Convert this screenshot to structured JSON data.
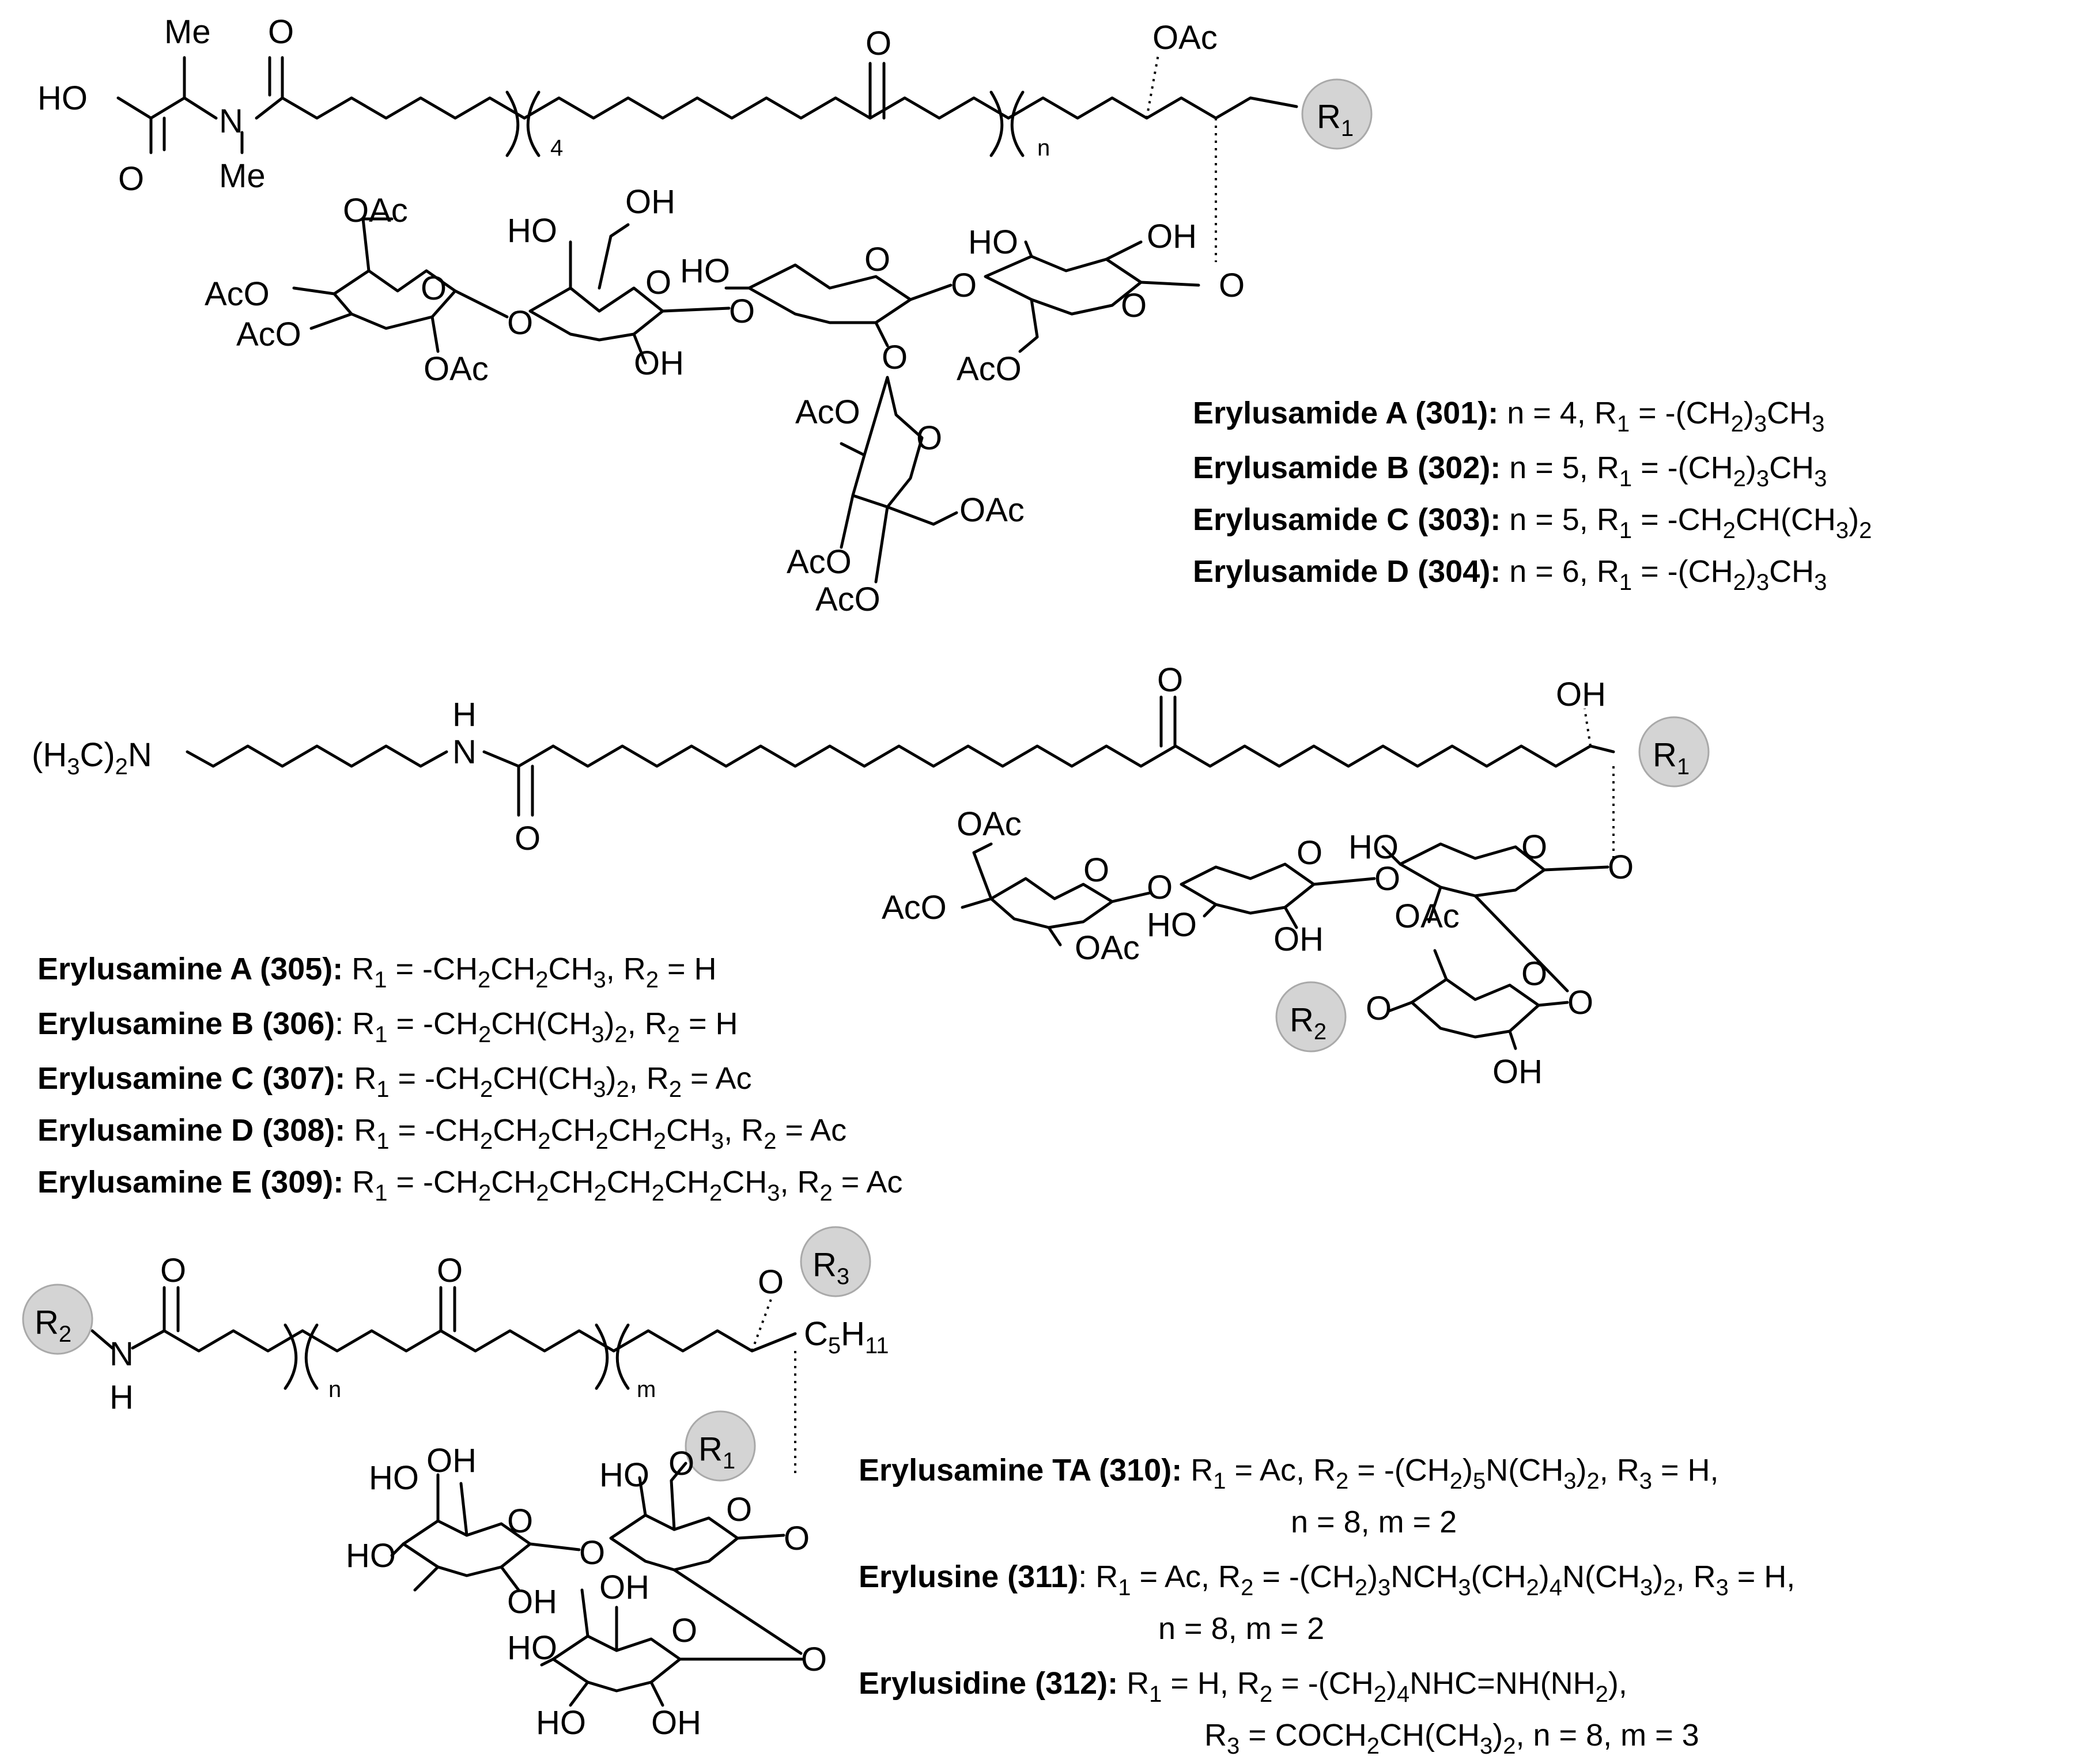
{
  "structure_1": {
    "labels": {
      "me_top": "Me",
      "ho_acid": "HO",
      "o_acid": "O",
      "n_amide": "N",
      "me_n": "Me",
      "o_carbonyl_left": "O",
      "loop_count_left": "4",
      "o_ketone": "O",
      "loop_count_right": "n",
      "oac_top": "OAc",
      "r1": "R",
      "r1_sub": "1",
      "oac_s1_6": "OAc",
      "aco_s1_4": "AcO",
      "aco_s1_3": "AcO",
      "oac_s1_2": "OAc",
      "o_ring_s1": "O",
      "o_link_12": "O",
      "ho_s2_4": "HO",
      "oh_s2_6": "OH",
      "o_ring_s2": "O",
      "oh_s2_2": "OH",
      "o_link_23": "O",
      "ho_s3_3": "HO",
      "o_ring_s3": "O",
      "o_link_34": "O",
      "o_link_35": "O",
      "ho_s4_4": "HO",
      "oh_s4_2": "OH",
      "o_ring_s4": "O",
      "aco_s4_6": "AcO",
      "o_aglycone": "O",
      "aco_s5_2": "AcO",
      "o_ring_s5": "O",
      "oac_s5_6": "OAc",
      "aco_s5_4": "AcO",
      "aco_s5_3": "AcO"
    },
    "legend": [
      {
        "name": "Erylusamide A (301):",
        "text": " n = 4, R",
        "sub1": "1",
        "text2": " = -(CH",
        "sub2": "2",
        "text3": ")",
        "sub3": "3",
        "text4": "CH",
        "sub4": "3",
        "text5": ""
      },
      {
        "name": "Erylusamide B (302):",
        "text": " n = 5, R",
        "sub1": "1",
        "text2": " = -(CH",
        "sub2": "2",
        "text3": ")",
        "sub3": "3",
        "text4": "CH",
        "sub4": "3",
        "text5": ""
      },
      {
        "name": "Erylusamide C (303):",
        "text": " n = 5, R",
        "sub1": "1",
        "text2": " = -CH",
        "sub2": "2",
        "text3": "CH(CH",
        "sub3": "3",
        "text4": ")",
        "sub4": "2",
        "text5": ""
      },
      {
        "name": "Erylusamide D (304):",
        "text": " n = 6, R",
        "sub1": "1",
        "text2": " = -(CH",
        "sub2": "2",
        "text3": ")",
        "sub3": "3",
        "text4": "CH",
        "sub4": "3",
        "text5": ""
      }
    ]
  },
  "structure_2": {
    "labels": {
      "nme2_a": "(H",
      "nme2_sub3": "3",
      "nme2_b": "C)",
      "nme2_sub2": "2",
      "nme2_c": "N",
      "h_amide": "H",
      "n_amide": "N",
      "o_amide": "O",
      "o_ketone": "O",
      "oh_top": "OH",
      "r1": "R",
      "r1_sub": "1",
      "oac_s1_6": "OAc",
      "aco_s1_4": "AcO",
      "oac_s1_2": "OAc",
      "o_ring_s1": "O",
      "o_link_12": "O",
      "ho_s2_3": "HO",
      "oh_s2_2": "OH",
      "o_ring_s2": "O",
      "o_link_23": "O",
      "ho_s3_3": "HO",
      "o_ring_s3": "O",
      "o_aglycone": "O",
      "oac_s4_6": "OAc",
      "o_ring_s4": "O",
      "oh_s4_2": "OH",
      "o_link_34": "O",
      "o_r2": "O",
      "r2": "R",
      "r2_sub": "2"
    },
    "legend": [
      {
        "name": "Erylusamine A (305):",
        "parts": [
          " R",
          "1",
          " = -CH",
          "2",
          "CH",
          "2",
          "CH",
          "3",
          ", R",
          "2",
          " = H"
        ]
      },
      {
        "name": "Erylusamine B (306)",
        "parts": [
          ": R",
          "1",
          " = -CH",
          "2",
          "CH(CH",
          "3",
          ")",
          "2",
          ", R",
          "2",
          " = H"
        ]
      },
      {
        "name": "Erylusamine C (307):",
        "parts": [
          " R",
          "1",
          " = -CH",
          "2",
          "CH(CH",
          "3",
          ")",
          "2",
          ", R",
          "2",
          " = Ac"
        ]
      },
      {
        "name": "Erylusamine D (308):",
        "parts": [
          " R",
          "1",
          " = -CH",
          "2",
          "CH",
          "2",
          "CH",
          "2",
          "CH",
          "2",
          "CH",
          "3",
          ", R",
          "2",
          " = Ac"
        ]
      },
      {
        "name": "Erylusamine E (309):",
        "parts": [
          " R",
          "1",
          " = -CH",
          "2",
          "CH",
          "2",
          "CH",
          "2",
          "CH",
          "2",
          "CH",
          "2",
          "CH",
          "3",
          ", R",
          "2",
          " = Ac"
        ]
      }
    ]
  },
  "structure_3": {
    "labels": {
      "r2": "R",
      "r2_sub": "2",
      "n_amide": "N",
      "h_amide": "H",
      "o_amide": "O",
      "loop_n": "n",
      "o_ketone": "O",
      "loop_m": "m",
      "o_r3": "O",
      "r3": "R",
      "r3_sub": "3",
      "c5h11_a": "C",
      "c5h11_sub5": "5",
      "c5h11_b": "H",
      "c5h11_sub11": "11",
      "r1": "R",
      "r1_sub": "1",
      "o_r1": "O",
      "ho_s2_6": "HO",
      "oh_s1_6": "OH",
      "ho_s1_4": "HO",
      "ho_s1_3": "HO",
      "oh_s1_2": "OH",
      "o_ring_s1": "O",
      "o_link_12": "O",
      "o_ring_s2": "O",
      "o_aglycone": "O",
      "oh_s3_6": "OH",
      "ho_s3_4": "HO",
      "ho_s3_3": "HO",
      "oh_s3_2": "OH",
      "o_ring_s3": "O",
      "o_link_23": "O"
    },
    "legend": [
      {
        "name": "Erylusamine TA (310):",
        "parts": [
          " R",
          "1",
          " = Ac, R",
          "2",
          " = -(CH",
          "2",
          ")",
          "5",
          "N(CH",
          "3",
          ")",
          "2",
          ", R",
          "3",
          " = H,"
        ],
        "line2": "n = 8, m = 2"
      },
      {
        "name": "Erylusine (311)",
        "parts": [
          ": R",
          "1",
          " = Ac, R",
          "2",
          " = -(CH",
          "2",
          ")",
          "3",
          "NCH",
          "3",
          "(CH",
          "2",
          ")",
          "4",
          "N(CH",
          "3",
          ")",
          "2",
          ", R",
          "3",
          " = H,"
        ],
        "line2": "n = 8, m = 2"
      },
      {
        "name": "Erylusidine (312):",
        "parts": [
          " R",
          "1",
          " = H, R",
          "2",
          " = -(CH",
          "2",
          ")",
          "4",
          "NHC=NH(NH",
          "2",
          "),"
        ],
        "line2_parts": [
          "R",
          "3",
          " = COCH",
          "2",
          "CH(CH",
          "3",
          ")",
          "2",
          ", n = 8, m = 3"
        ]
      }
    ]
  }
}
